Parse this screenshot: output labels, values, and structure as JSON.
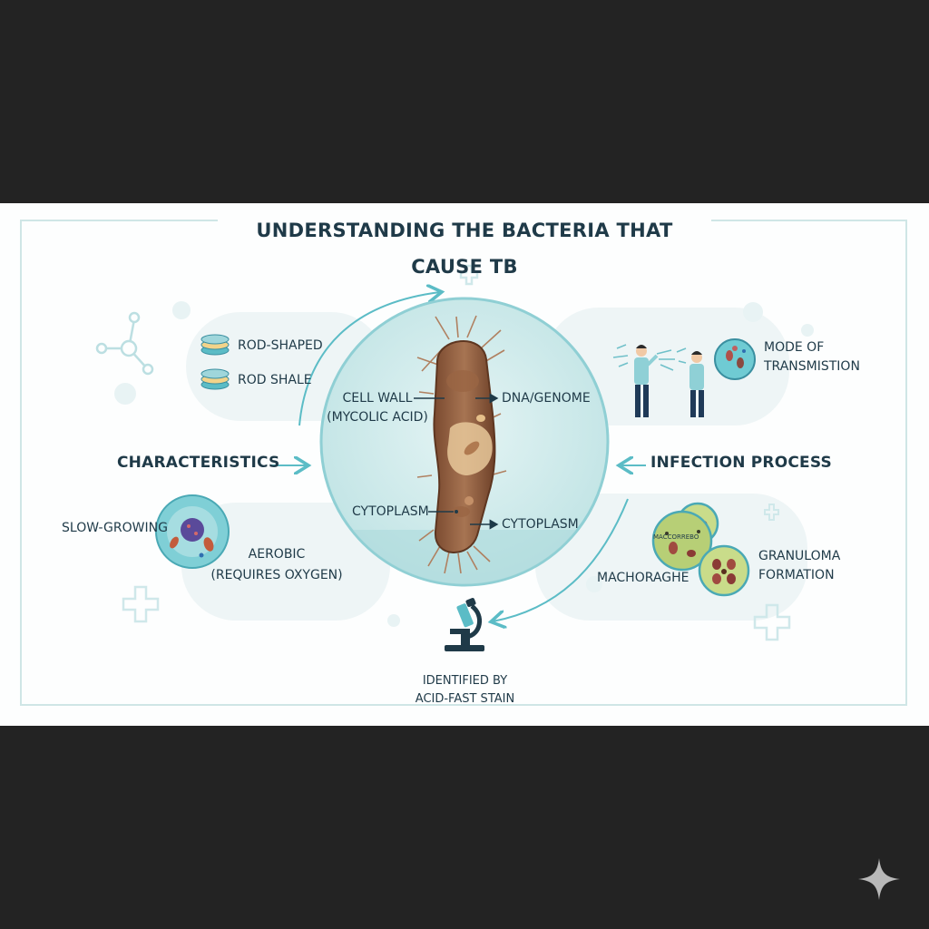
{
  "title": "UNDERSTANDING THE BACTERIA THAT CAUSE TB",
  "left": {
    "tags": [
      "ROD-SHAPED",
      "ROD SHALE"
    ],
    "heading": "CHARACTERISTICS",
    "slow": "SLOW-GROWING",
    "aerobic_1": "AEROBIC",
    "aerobic_2": "(REQUIRES OXYGEN)"
  },
  "center": {
    "cell_wall_1": "CELL WALL",
    "cell_wall_2": "(MYCOLIC ACID)",
    "dna": "DNA/GENOME",
    "cyto_left": "CYTOPLASM",
    "cyto_right": "CYTOPLASM",
    "identified_1": "IDENTIFIED BY",
    "identified_2": "ACID-FAST STAIN"
  },
  "right": {
    "mode_1": "MODE OF",
    "mode_2": "TRANSMISTION",
    "heading": "INFECTION PROCESS",
    "macro_inner": "MACCORREBO",
    "macro": "MACHORAGHE",
    "gran_1": "GRANULOMA",
    "gran_2": "FORMATION"
  },
  "colors": {
    "teal": "#5bbcc6",
    "navy": "#1f3a48",
    "bacterium": "#8a5a3c",
    "background": "#fdfefe"
  },
  "icons": [
    "molecule-icon",
    "petri-dish-icon",
    "cell-icon",
    "medical-cross-icon",
    "microscope-icon",
    "people-icon",
    "sparkle-icon"
  ]
}
